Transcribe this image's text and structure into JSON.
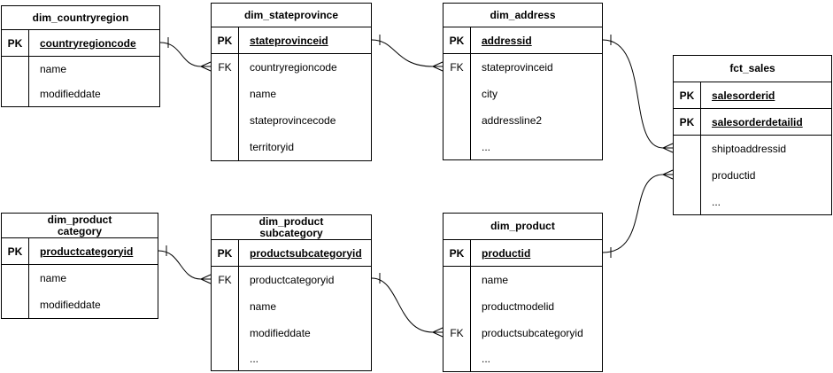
{
  "colors": {
    "line": "#000000",
    "background": "#ffffff",
    "text": "#000000"
  },
  "tables": [
    {
      "title": "dim_countryregion",
      "rows": [
        {
          "key": "PK",
          "label": "countryregioncode"
        },
        {
          "key": "",
          "label": "name"
        },
        {
          "key": "",
          "label": "modifieddate"
        }
      ]
    },
    {
      "title": "dim_stateprovince",
      "rows": [
        {
          "key": "PK",
          "label": "stateprovinceid"
        },
        {
          "key": "FK",
          "label": "countryregioncode"
        },
        {
          "key": "",
          "label": "name"
        },
        {
          "key": "",
          "label": "stateprovincecode"
        },
        {
          "key": "",
          "label": "territoryid"
        }
      ]
    },
    {
      "title": "dim_address",
      "rows": [
        {
          "key": "PK",
          "label": "addressid"
        },
        {
          "key": "FK",
          "label": "stateprovinceid"
        },
        {
          "key": "",
          "label": "city"
        },
        {
          "key": "",
          "label": "addressline2"
        },
        {
          "key": "",
          "label": "..."
        }
      ]
    },
    {
      "title": "fct_sales",
      "rows": [
        {
          "key": "PK",
          "label": "salesorderid"
        },
        {
          "key": "PK",
          "label": "salesorderdetailid"
        },
        {
          "key": "",
          "label": "shiptoaddressid"
        },
        {
          "key": "",
          "label": "productid"
        },
        {
          "key": "",
          "label": "..."
        }
      ]
    },
    {
      "title": "dim_product\ncategory",
      "rows": [
        {
          "key": "PK",
          "label": "productcategoryid"
        },
        {
          "key": "",
          "label": "name"
        },
        {
          "key": "",
          "label": "modifieddate"
        }
      ]
    },
    {
      "title": "dim_product\nsubcategory",
      "rows": [
        {
          "key": "PK",
          "label": "productsubcategoryid"
        },
        {
          "key": "FK",
          "label": "productcategoryid"
        },
        {
          "key": "",
          "label": "name"
        },
        {
          "key": "",
          "label": "modifieddate"
        },
        {
          "key": "",
          "label": "..."
        }
      ]
    },
    {
      "title": "dim_product",
      "rows": [
        {
          "key": "PK",
          "label": "productid"
        },
        {
          "key": "",
          "label": "name"
        },
        {
          "key": "",
          "label": "productmodelid"
        },
        {
          "key": "FK",
          "label": "productsubcategoryid"
        },
        {
          "key": "",
          "label": "..."
        }
      ]
    }
  ],
  "relations": [
    {
      "from": "dim_countryregion.countryregioncode",
      "to": "dim_stateprovince.countryregioncode",
      "cardinality": "one-to-many"
    },
    {
      "from": "dim_stateprovince.stateprovinceid",
      "to": "dim_address.stateprovinceid",
      "cardinality": "one-to-many"
    },
    {
      "from": "dim_address.addressid",
      "to": "fct_sales.shiptoaddressid",
      "cardinality": "one-to-many"
    },
    {
      "from": "dim_product.productid",
      "to": "fct_sales.productid",
      "cardinality": "one-to-many"
    },
    {
      "from": "dim_productcategory.productcategoryid",
      "to": "dim_productsubcategory.productcategoryid",
      "cardinality": "one-to-many"
    },
    {
      "from": "dim_productsubcategory.productsubcategoryid",
      "to": "dim_product.productsubcategoryid",
      "cardinality": "one-to-many"
    }
  ]
}
